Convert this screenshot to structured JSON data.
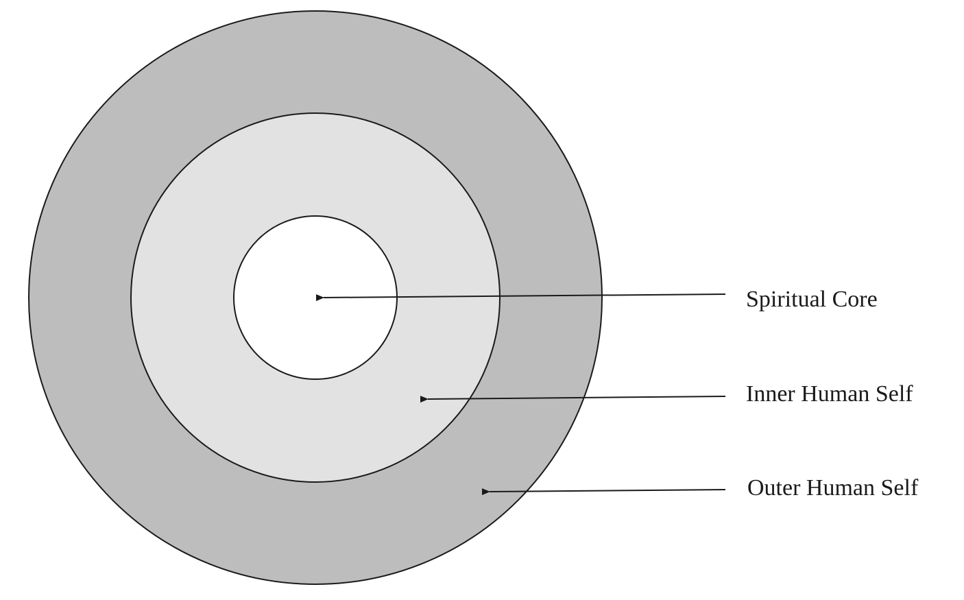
{
  "diagram": {
    "colors": {
      "outer_fill": "#bdbdbd",
      "inner_fill": "#e2e2e2",
      "core_fill": "#ffffff",
      "stroke": "#1a1a1a",
      "text": "#1a1a1a"
    },
    "layers": [
      {
        "id": "spiritual-core",
        "label": "Spiritual Core"
      },
      {
        "id": "inner-human-self",
        "label": "Inner Human Self"
      },
      {
        "id": "outer-human-self",
        "label": "Outer Human Self"
      }
    ]
  }
}
